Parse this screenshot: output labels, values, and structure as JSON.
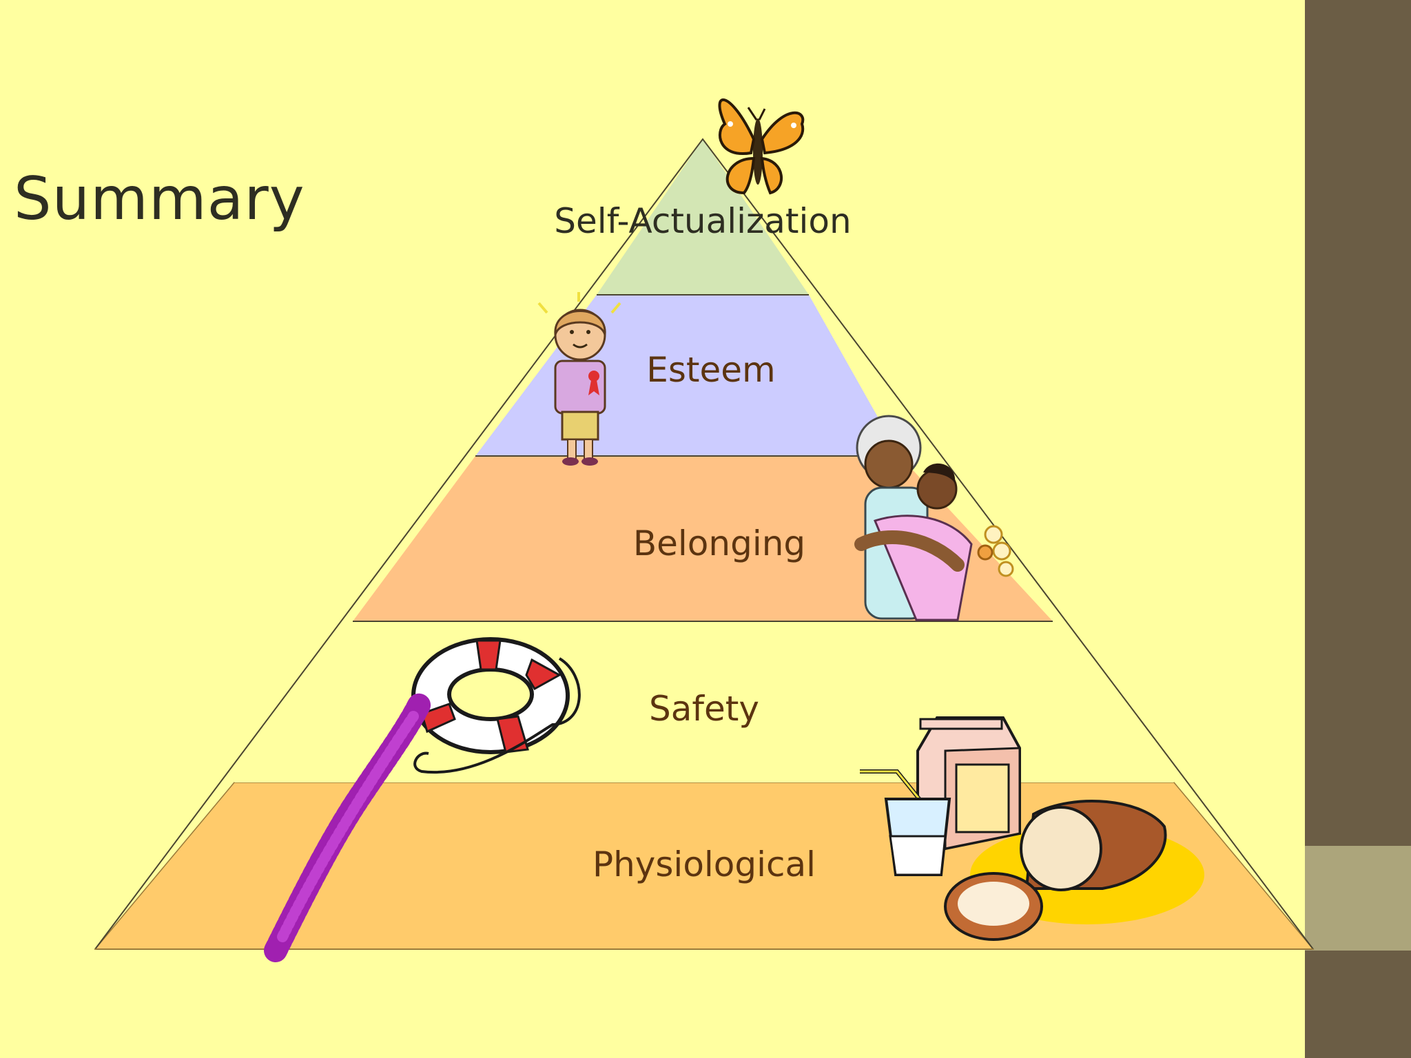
{
  "slide": {
    "title": "Summary"
  },
  "pyramid": {
    "levels": [
      {
        "label": "Self-Actualization",
        "color": "#d3e6b4",
        "icon": "butterfly-icon"
      },
      {
        "label": "Esteem",
        "color": "#ccccff",
        "icon": "award-girl-icon"
      },
      {
        "label": "Belonging",
        "color": "#ffc285",
        "icon": "hugging-family-icon"
      },
      {
        "label": "Safety",
        "color": "#ffffa0",
        "icon": "life-ring-icon"
      },
      {
        "label": "Physiological",
        "color": "#ffcb6b",
        "icon": "food-and-drink-icon"
      }
    ]
  },
  "colors": {
    "background": "#ffffa0",
    "sidebar": "#6b5d45",
    "sidebar_accent": "#aca57b",
    "label_text": "#5c3410"
  }
}
